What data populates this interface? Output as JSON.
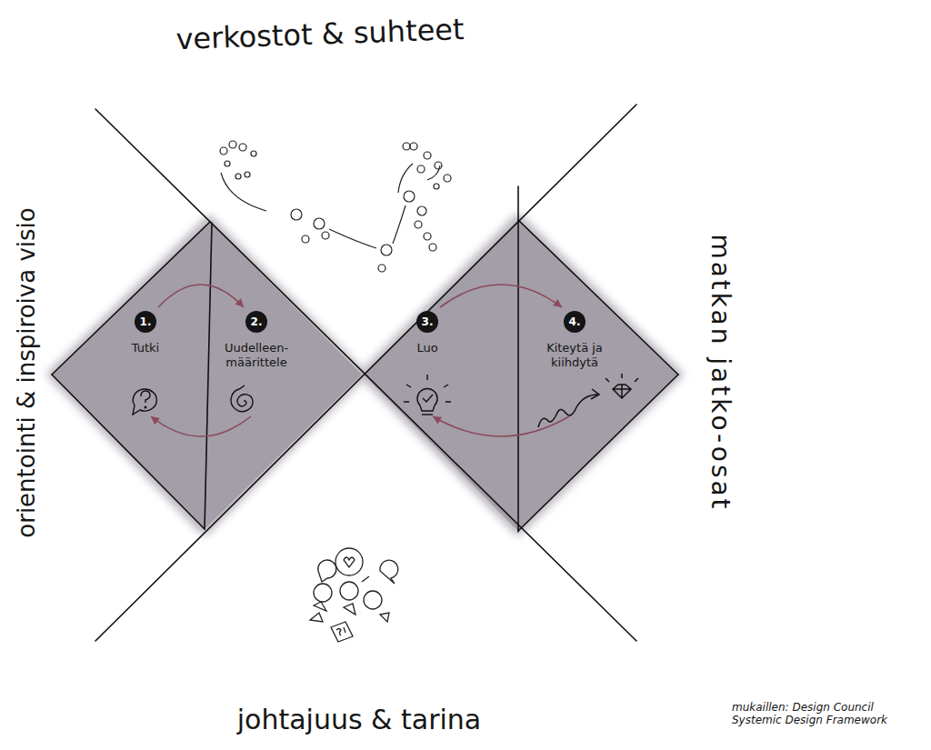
{
  "diagram": {
    "nodes": [
      {
        "text": [
          "1.",
          "Tutki"
        ]
      },
      {
        "text": [
          "2.",
          "Uudelleen-määrittele"
        ]
      },
      {
        "text": [
          "3.",
          "Luo"
        ]
      },
      {
        "text": [
          "4.",
          "Kiteytä ja kiihdytä"
        ]
      }
    ],
    "edges": [
      {
        "from": 0,
        "to": 1,
        "arrow": "to"
      },
      {
        "from": 1,
        "to": 0,
        "arrow": "to"
      },
      {
        "from": 2,
        "to": 3,
        "arrow": "to"
      },
      {
        "from": 3,
        "to": 2,
        "arrow": "to"
      }
    ],
    "labels": [
      "verkostot & suhteet",
      "orientointi & inspiroiva visio",
      "matkan jatko-osat",
      "johtajuus & tarina",
      "mukaillen: Design Council Systemic Design Framework"
    ]
  }
}
